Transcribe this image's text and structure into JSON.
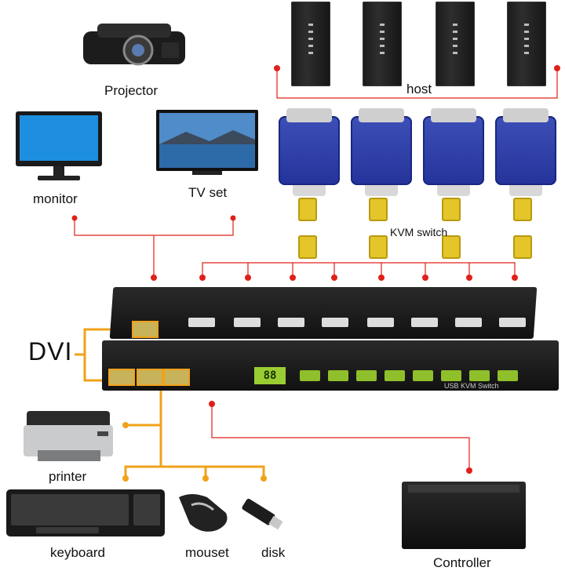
{
  "labels": {
    "projector": "Projector",
    "host": "host",
    "monitor": "monitor",
    "tv_set": "TV set",
    "kvm_switch": "KVM switch",
    "dvi": "DVI",
    "printer": "printer",
    "keyboard": "keyboard",
    "mouse": "mouset",
    "disk": "disk",
    "controller": "Controller"
  },
  "device_text": {
    "segment_display": "88",
    "front_panel": "USB KVM Switch"
  },
  "colors": {
    "red_wire": "#e0201a",
    "orange_wire": "#f0a21b",
    "accent_green": "#8fbf2a"
  }
}
